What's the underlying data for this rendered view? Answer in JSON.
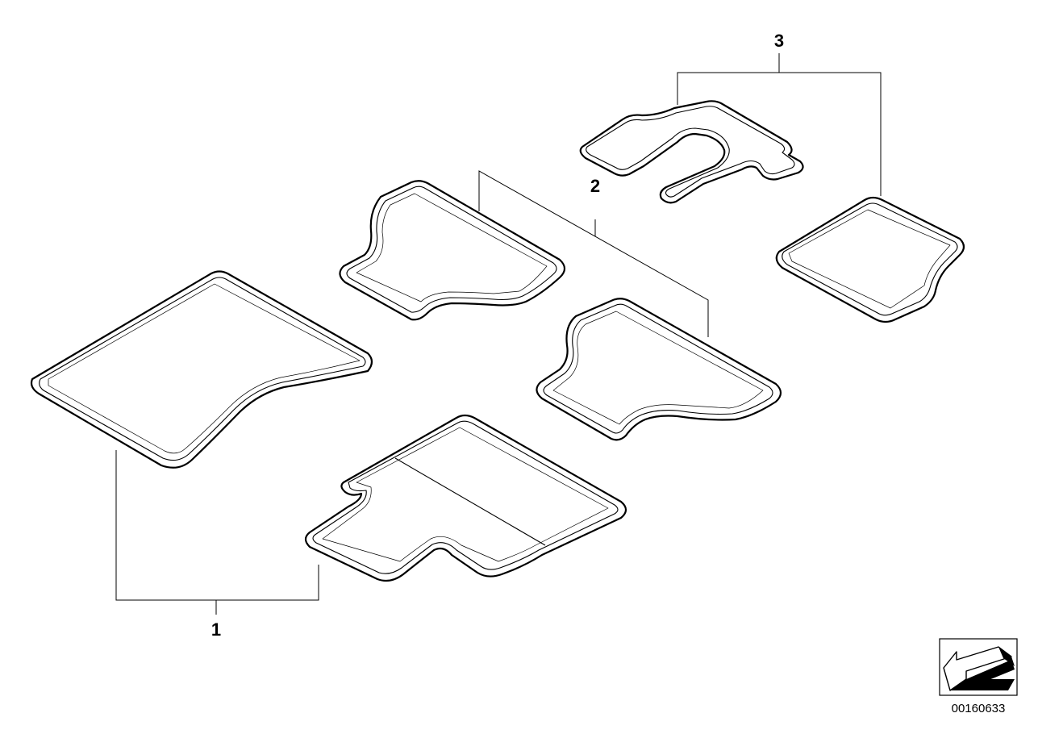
{
  "callouts": {
    "front_mats": "1",
    "rear_mats": "2",
    "third_row_mats": "3"
  },
  "catalog_number": "00160633",
  "icons": {
    "orientation": "orientation-arrow-icon"
  }
}
